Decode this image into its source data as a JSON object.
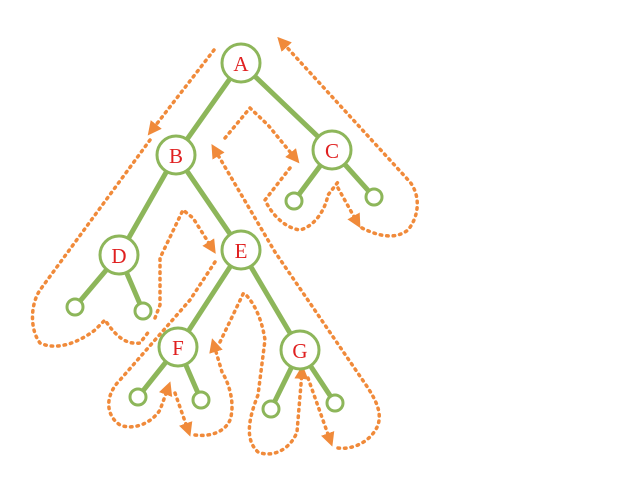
{
  "diagram": {
    "colors": {
      "edge": "#8DB65A",
      "node_label": "#E02020",
      "traversal": "#F08A3A"
    },
    "nodes": [
      {
        "id": "A",
        "label": "A"
      },
      {
        "id": "B",
        "label": "B"
      },
      {
        "id": "C",
        "label": "C"
      },
      {
        "id": "D",
        "label": "D"
      },
      {
        "id": "E",
        "label": "E"
      },
      {
        "id": "F",
        "label": "F"
      },
      {
        "id": "G",
        "label": "G"
      }
    ],
    "edges": [
      [
        "A",
        "B"
      ],
      [
        "A",
        "C"
      ],
      [
        "B",
        "D"
      ],
      [
        "B",
        "E"
      ],
      [
        "E",
        "F"
      ],
      [
        "E",
        "G"
      ],
      [
        "C",
        "leaf"
      ],
      [
        "C",
        "leaf"
      ],
      [
        "D",
        "leaf"
      ],
      [
        "D",
        "leaf"
      ],
      [
        "F",
        "leaf"
      ],
      [
        "F",
        "leaf"
      ],
      [
        "G",
        "leaf"
      ],
      [
        "G",
        "leaf"
      ]
    ],
    "empty_leaf_count": 8
  }
}
